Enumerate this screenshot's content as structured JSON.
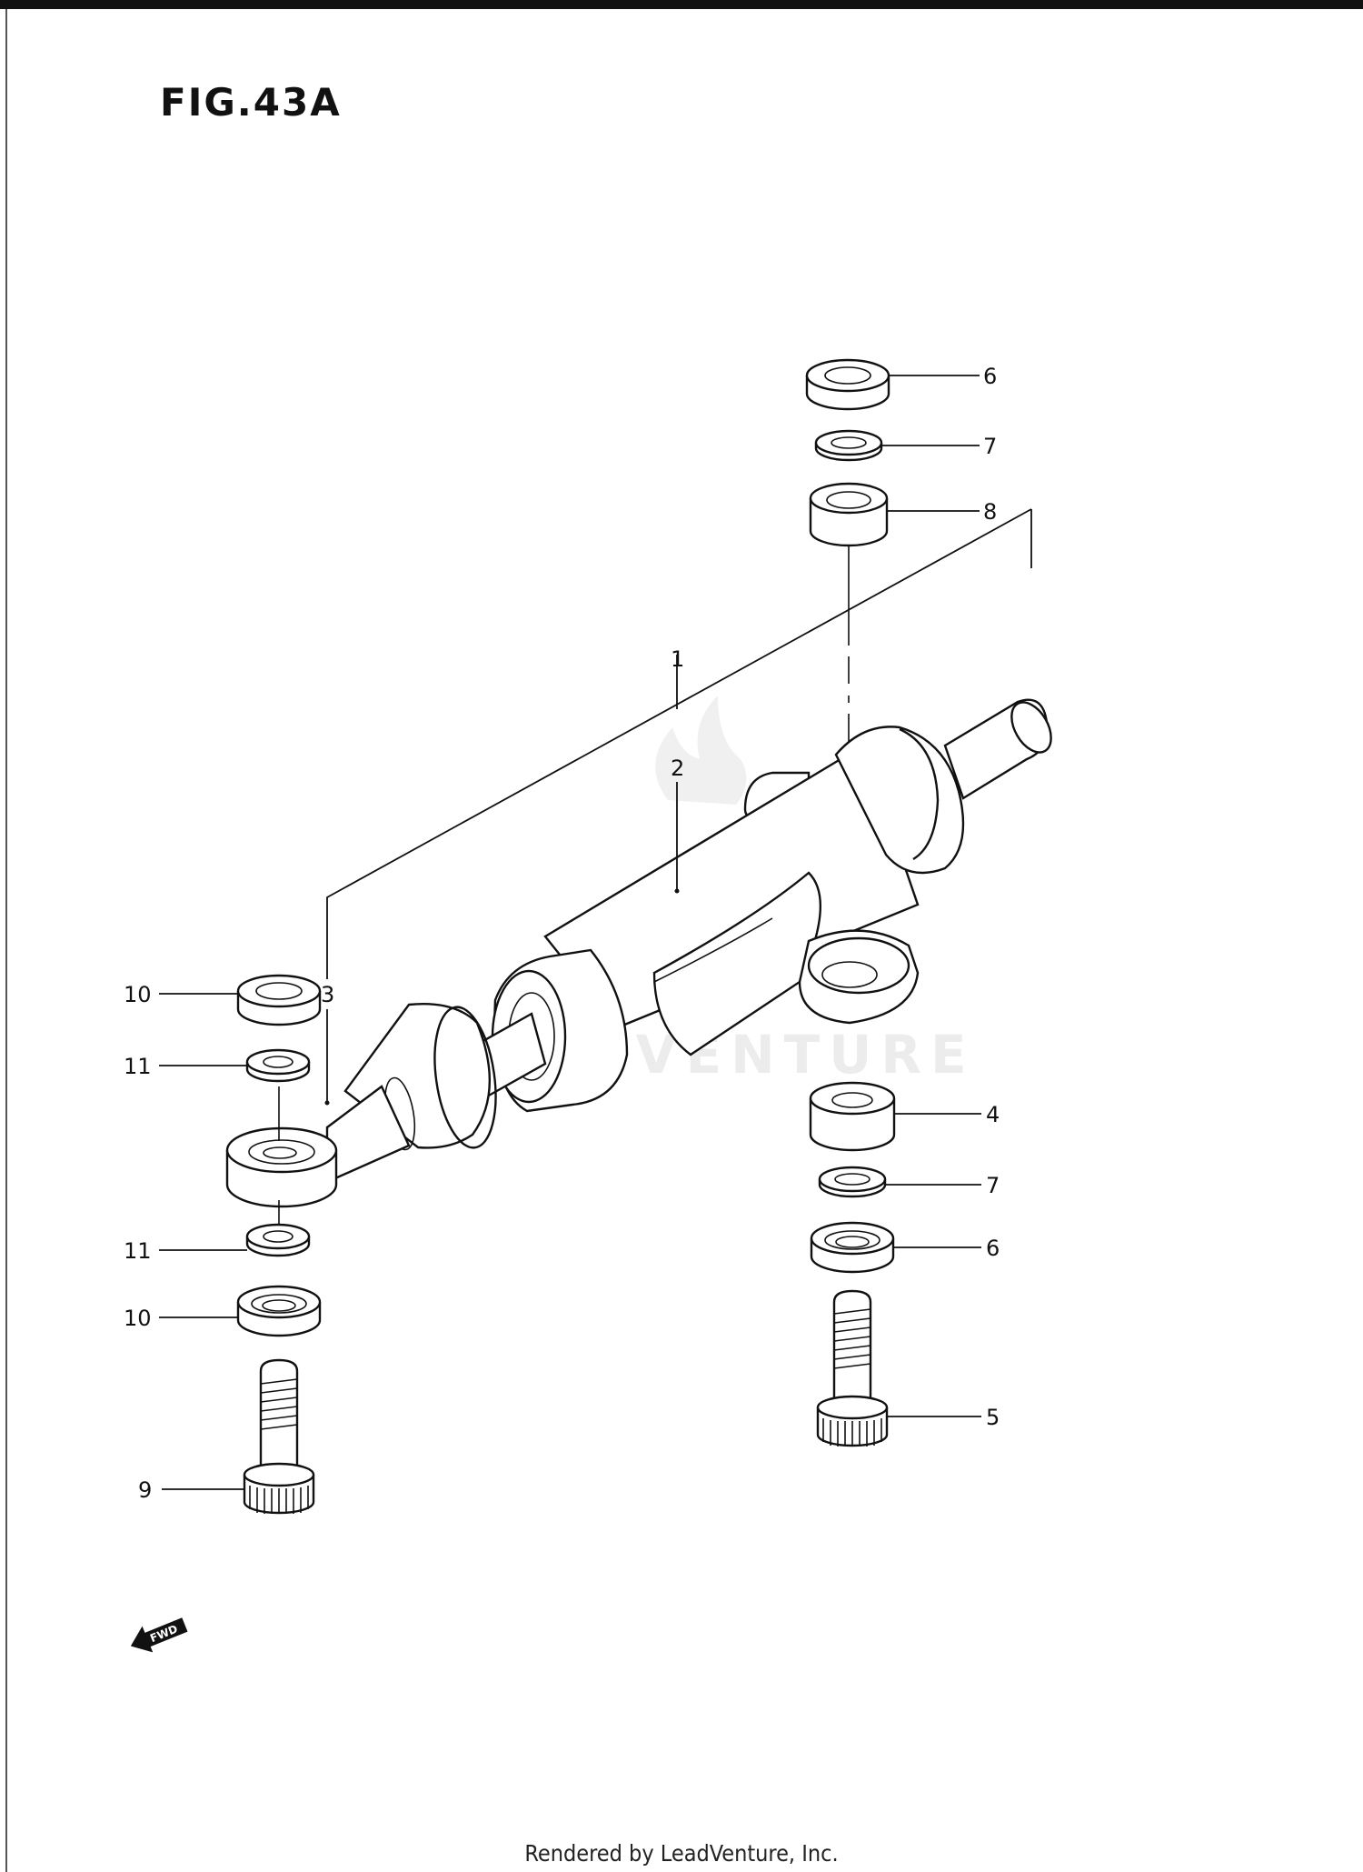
{
  "figure": {
    "title": "FIG.43A"
  },
  "callouts": {
    "c1": "1",
    "c2": "2",
    "c3": "3",
    "c4": "4",
    "c5": "5",
    "c6a": "6",
    "c6b": "6",
    "c7a": "7",
    "c7b": "7",
    "c8": "8",
    "c9": "9",
    "c10a": "10",
    "c10b": "10",
    "c11a": "11",
    "c11b": "11"
  },
  "direction_arrow": {
    "label": "FWD"
  },
  "watermark": {
    "text": "LEADVENTURE"
  },
  "footer": {
    "text": "Rendered by LeadVenture, Inc."
  }
}
